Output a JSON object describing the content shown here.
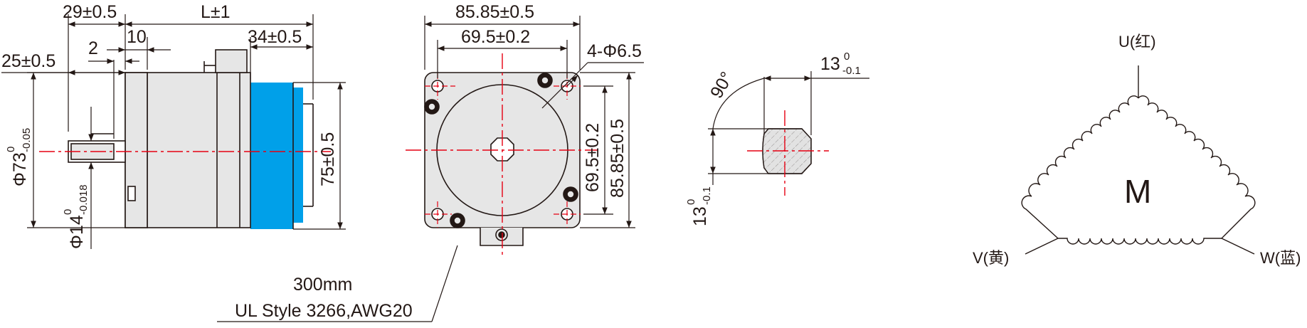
{
  "side_view": {
    "dims": {
      "shaft_offset": "29±0.5",
      "body_length": "L±1",
      "flange_step": "10",
      "key_offset": "2",
      "encoder_length": "34±0.5",
      "shaft_length": "25±0.5",
      "body_dia_main": "Φ73",
      "body_dia_tol_upper": "0",
      "body_dia_tol_lower": "-0.05",
      "shaft_dia_main": "Φ14",
      "shaft_dia_tol_upper": "0",
      "shaft_dia_tol_lower": "-0.018",
      "encoder_height": "75±0.5"
    }
  },
  "front_view": {
    "dims": {
      "width_outer": "85.85±0.5",
      "width_holes": "69.5±0.2",
      "holes": "4-Φ6.5",
      "height_holes": "69.5±0.2",
      "height_outer": "85.85±0.5"
    }
  },
  "cable": {
    "length": "300mm",
    "spec": "UL Style 3266,AWG20"
  },
  "shaft_section": {
    "dims": {
      "flat_width_main": "13",
      "flat_width_tol_upper": "0",
      "flat_width_tol_lower": "-0.1",
      "flat_height_main": "13",
      "flat_height_tol_upper": "0",
      "flat_height_tol_lower": "-0.1",
      "angle": "90°"
    }
  },
  "wiring": {
    "u_label": "U(红)",
    "v_label": "V(黄)",
    "w_label": "W(蓝)",
    "motor_label": "M"
  },
  "colors": {
    "line": "#231815",
    "centerline": "#e60012",
    "body_fill": "#e6e6e6",
    "encoder_fill": "#00a0e9"
  }
}
